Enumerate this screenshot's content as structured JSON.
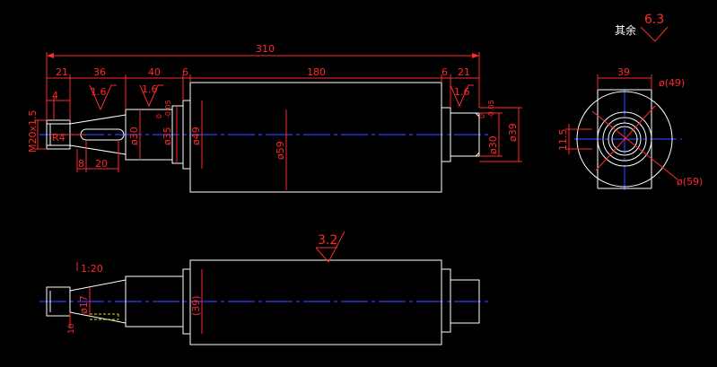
{
  "colors": {
    "background": "#000000",
    "outline": "#ffffff",
    "dimension": "#ff2a2a",
    "centerline": "#2a3cff",
    "hidden": "#e8d800"
  },
  "roughness": {
    "rest_label": "其余",
    "rest_value": "6.3",
    "bottom_view_value": "3.2",
    "r1": "1.6",
    "r2": "1.6",
    "r3": "1.6"
  },
  "dims_top": {
    "overall": "310",
    "d21a": "21",
    "d36": "36",
    "d40": "40",
    "d6a": "6",
    "d180": "180",
    "d6b": "6",
    "d21b": "21",
    "d4": "4",
    "d8": "8",
    "d20": "20"
  },
  "diameters": {
    "thread": "M20x1.5",
    "radius": "R4",
    "d30": "ø30",
    "d35": "ø35",
    "d35_tol_up": "0",
    "d35_tol_dn": "-0.05",
    "d49": "ø49",
    "d59": "ø59",
    "d30b": "ø30",
    "d30b_tol_up": "0",
    "d30b_tol_dn": "-0.05",
    "d39": "ø39"
  },
  "side_view": {
    "width_label": "39",
    "d49": "ø(49)",
    "d59": "ø(59)",
    "h": "11.5"
  },
  "bottom_view": {
    "taper": "1:20",
    "d17": "ø17",
    "d39": "(39)",
    "h10": "10"
  }
}
